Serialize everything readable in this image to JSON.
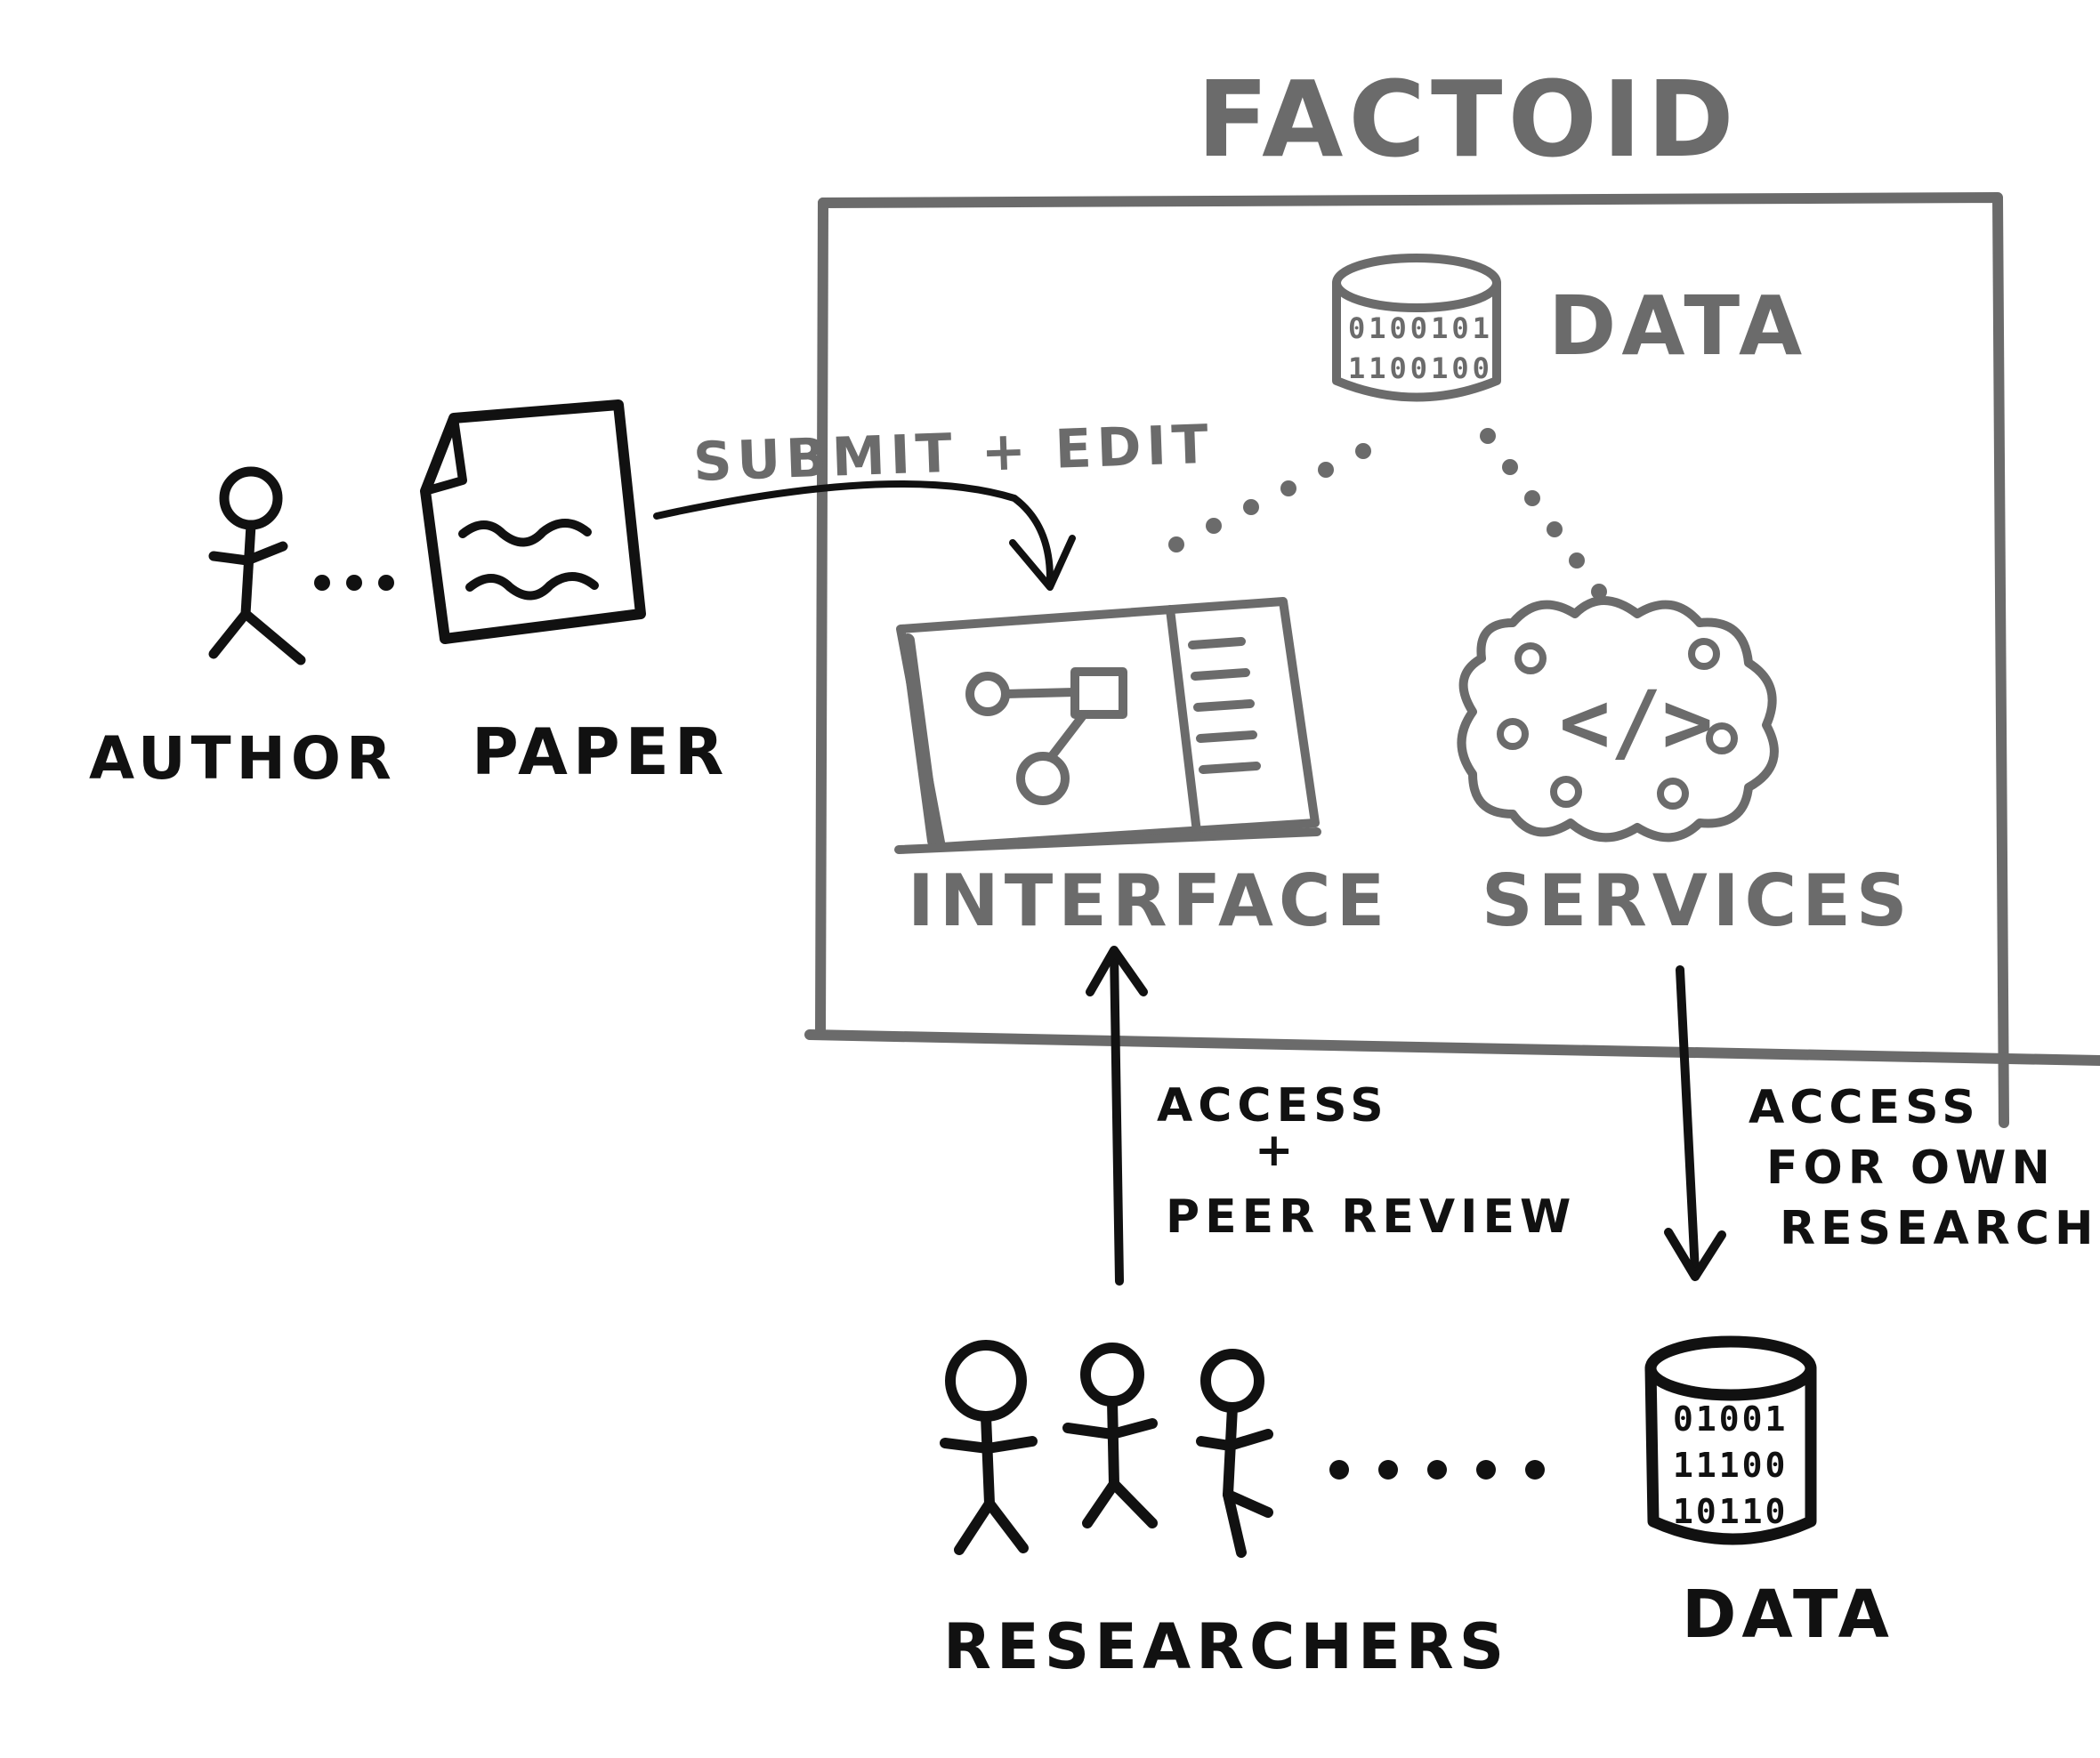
{
  "diagram": {
    "title": "FACTOID",
    "nodes": {
      "author": "AUTHOR",
      "paper": "PAPER",
      "data_internal": "DATA",
      "interface": "INTERFACE",
      "services": "SERVICES",
      "researchers": "RESEARCHERS",
      "data_external": "DATA"
    },
    "edges": {
      "submit": "SUBMIT + EDIT",
      "access_peer": [
        "ACCESS",
        "+",
        "PEER REVIEW"
      ],
      "access_own": [
        "ACCESS",
        "FOR OWN",
        "RESEARCH"
      ]
    },
    "icons": {
      "services_code": "</>"
    },
    "colors": {
      "black_ink": "#111111",
      "grey_ink": "#6b6b6b"
    }
  }
}
